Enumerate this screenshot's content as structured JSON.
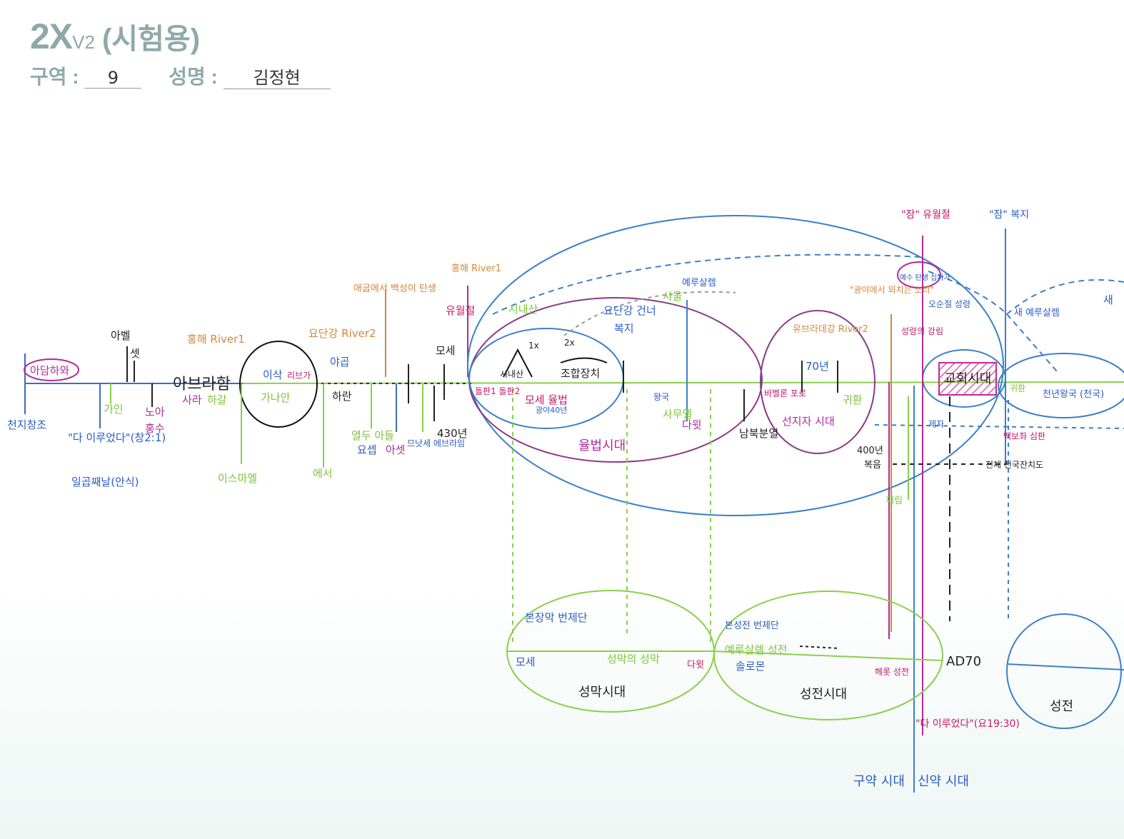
{
  "header": {
    "title": "2X",
    "version": "V2",
    "subtitle": "(시험용)",
    "region_label": "구역 :",
    "region_value": "9",
    "name_label": "성명 :",
    "name_value": "김정현"
  },
  "labels": {
    "adam_eve": "아담하와",
    "creation": "천지창조",
    "abel": "아벨",
    "seth": "셋",
    "cain": "가인",
    "all_good": "\"다 이루었다\"(창2:1)",
    "sin": "일곱째날(안식)",
    "noah": "노아",
    "flood": "홍수",
    "red_sea_river1": "홍해 River1",
    "abraham": "아브라함",
    "sarah": "사라",
    "hagar": "하갈",
    "isaac": "이삭",
    "rebekah": "리브가",
    "canaan": "가나안",
    "ishmael": "이스마엘",
    "jordan_river2": "요단강 River2",
    "jacob": "야곱",
    "haran": "하란",
    "esau": "에서",
    "twelve_sons": "열두 아들",
    "joseph": "요셉",
    "egypt": "애굽에서 백성이 탄생",
    "issachar": "아셋",
    "levi": "므낫세 에브라임",
    "moses_top": "모세",
    "year400": "430년",
    "red_sea_river1b": "홍해 River1",
    "passover": "유월절",
    "sinai": "시내산",
    "first": "1x",
    "second": "2x",
    "mountain": "시내산",
    "tabernacle": "조합장치",
    "law": "모세 율법",
    "tablets": "돌판1 돌판2",
    "ten": "광야40년",
    "jordan_cross": "요단강 건너",
    "blessing": "복지",
    "law_age": "율법시대",
    "samuel": "사무엘",
    "jerusalem": "예루살렘",
    "saul": "사울",
    "david": "다윗",
    "king": "왕국",
    "split": "남북분열",
    "exile_river2": "유브라데강 River2",
    "seventy": "70년",
    "prophets": "선지자 시대",
    "return": "귀환",
    "captivity": "바벨론 포로",
    "wilderness": "\"광야에서 외치는 소리\"",
    "silence": "400년",
    "judah": "복음",
    "cross_top": "\"잠\" 유월절",
    "resurrection_top": "\"잠\" 복지",
    "holy": "예수 탄생 십자가",
    "pentecost": "오순절 성령",
    "holy_city": "새 예루살렘",
    "church_age": "교회시대",
    "kingdom": "천년왕국 (천국)",
    "return2": "귀환",
    "heaven": "새",
    "trumpet": "재림",
    "judgment": "백보좌 심판",
    "lifetime": "전체 천국잔치도",
    "pray": "제자",
    "gentile": "성령의 강림",
    "holy_tab": "성전",
    "new_tab": "새",
    "tabernacle_left": "본장막 번제단",
    "moses2": "모세",
    "holy_place": "성막의 성막",
    "david2": "다윗",
    "tabernacle_age": "성막시대",
    "temple_alt": "본성전 번제단",
    "solomon_temple": "예루살렘 성전",
    "solomon": "솔로몬",
    "temple_age": "성전시대",
    "herod": "헤롯 성전",
    "ad70": "AD70",
    "finished": "\"다 이루었다\"(요19:30)",
    "ot_age": "구약 시대",
    "nt_age": "신약 시대",
    "temple_circle": "성전"
  }
}
